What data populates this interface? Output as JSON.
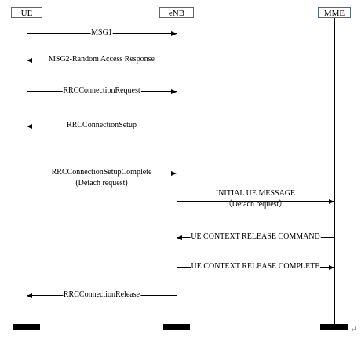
{
  "entities": [
    {
      "name": "UE"
    },
    {
      "name": "eNB"
    },
    {
      "name": "MME"
    }
  ],
  "messages": [
    {
      "label": "MSG1",
      "sub": "",
      "from": 0,
      "to": 1
    },
    {
      "label": "MSG2-Random Access Response",
      "sub": "",
      "from": 1,
      "to": 0
    },
    {
      "label": "RRCConnectionRequest",
      "sub": "",
      "from": 0,
      "to": 1
    },
    {
      "label": "RRCConnectionSetup",
      "sub": "",
      "from": 1,
      "to": 0
    },
    {
      "label": "RRCConnectionSetupComplete",
      "sub": "(Detach request)",
      "from": 0,
      "to": 1
    },
    {
      "label": "INITIAL UE MESSAGE",
      "sub": "（Detach request）",
      "from": 1,
      "to": 2
    },
    {
      "label": "UE CONTEXT RELEASE COMMAND",
      "sub": "",
      "from": 2,
      "to": 1
    },
    {
      "label": "UE CONTEXT RELEASE COMPLETE",
      "sub": "",
      "from": 1,
      "to": 2
    },
    {
      "label": "RRCConnectionRelease",
      "sub": "",
      "from": 1,
      "to": 0
    }
  ],
  "trailing_mark": "↵"
}
